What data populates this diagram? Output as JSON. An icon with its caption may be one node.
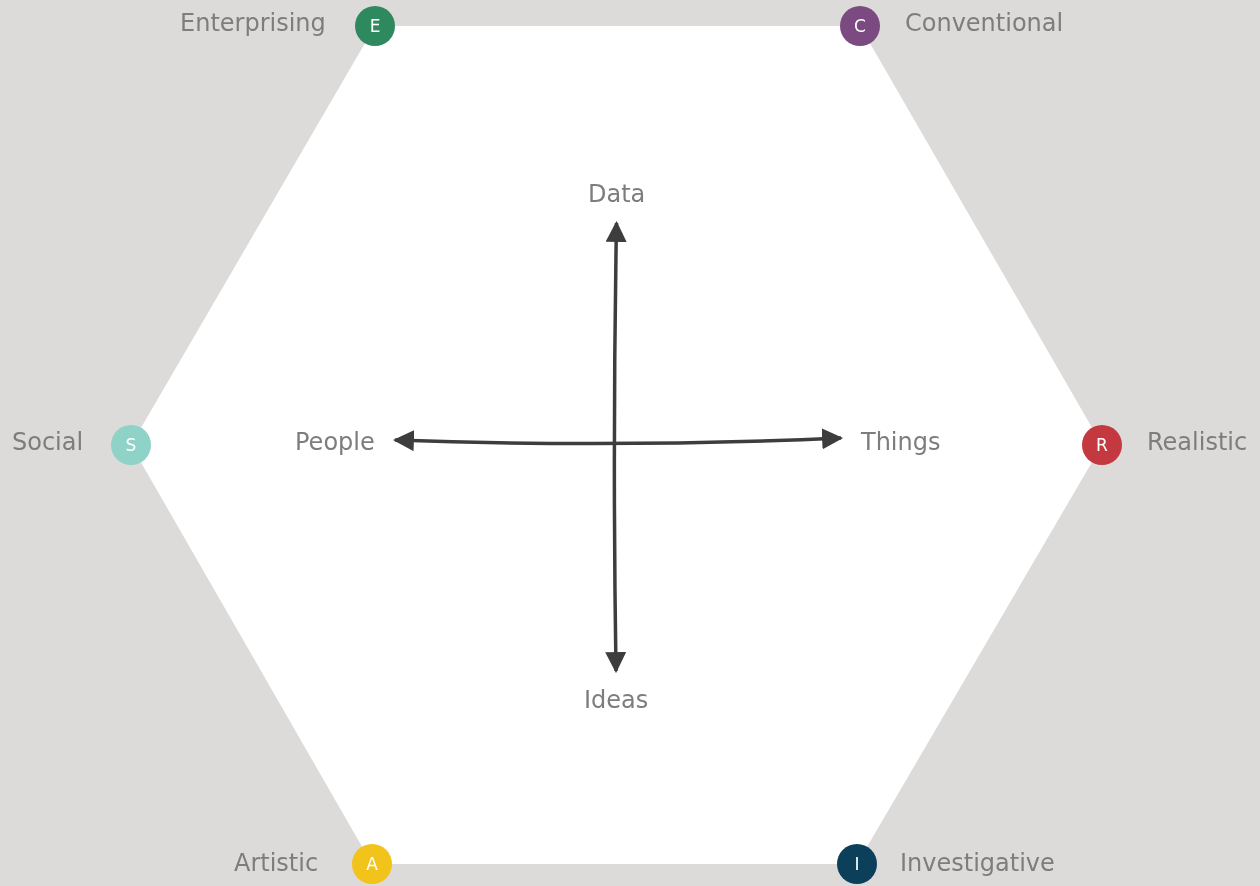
{
  "diagram": {
    "nodes": [
      {
        "text": [
          "E"
        ],
        "beside": [
          "Enterprising"
        ]
      },
      {
        "text": [
          "C"
        ],
        "beside": [
          "Conventional"
        ]
      },
      {
        "text": [
          "Data"
        ]
      },
      {
        "text": [
          "S"
        ],
        "beside": [
          "Social"
        ]
      },
      {
        "text": [
          "People"
        ]
      },
      {
        "text": [
          "Things"
        ]
      },
      {
        "text": [
          "R"
        ],
        "beside": [
          "Realistic"
        ]
      },
      {
        "text": [
          "Ideas"
        ]
      },
      {
        "text": [
          "A"
        ],
        "beside": [
          "Artistic"
        ]
      },
      {
        "text": [
          "I"
        ],
        "beside": [
          "Investigative"
        ]
      }
    ],
    "edges": [
      {
        "from": 2,
        "to": 7,
        "arrow": "both"
      },
      {
        "from": 4,
        "to": 5,
        "arrow": "both"
      }
    ]
  }
}
